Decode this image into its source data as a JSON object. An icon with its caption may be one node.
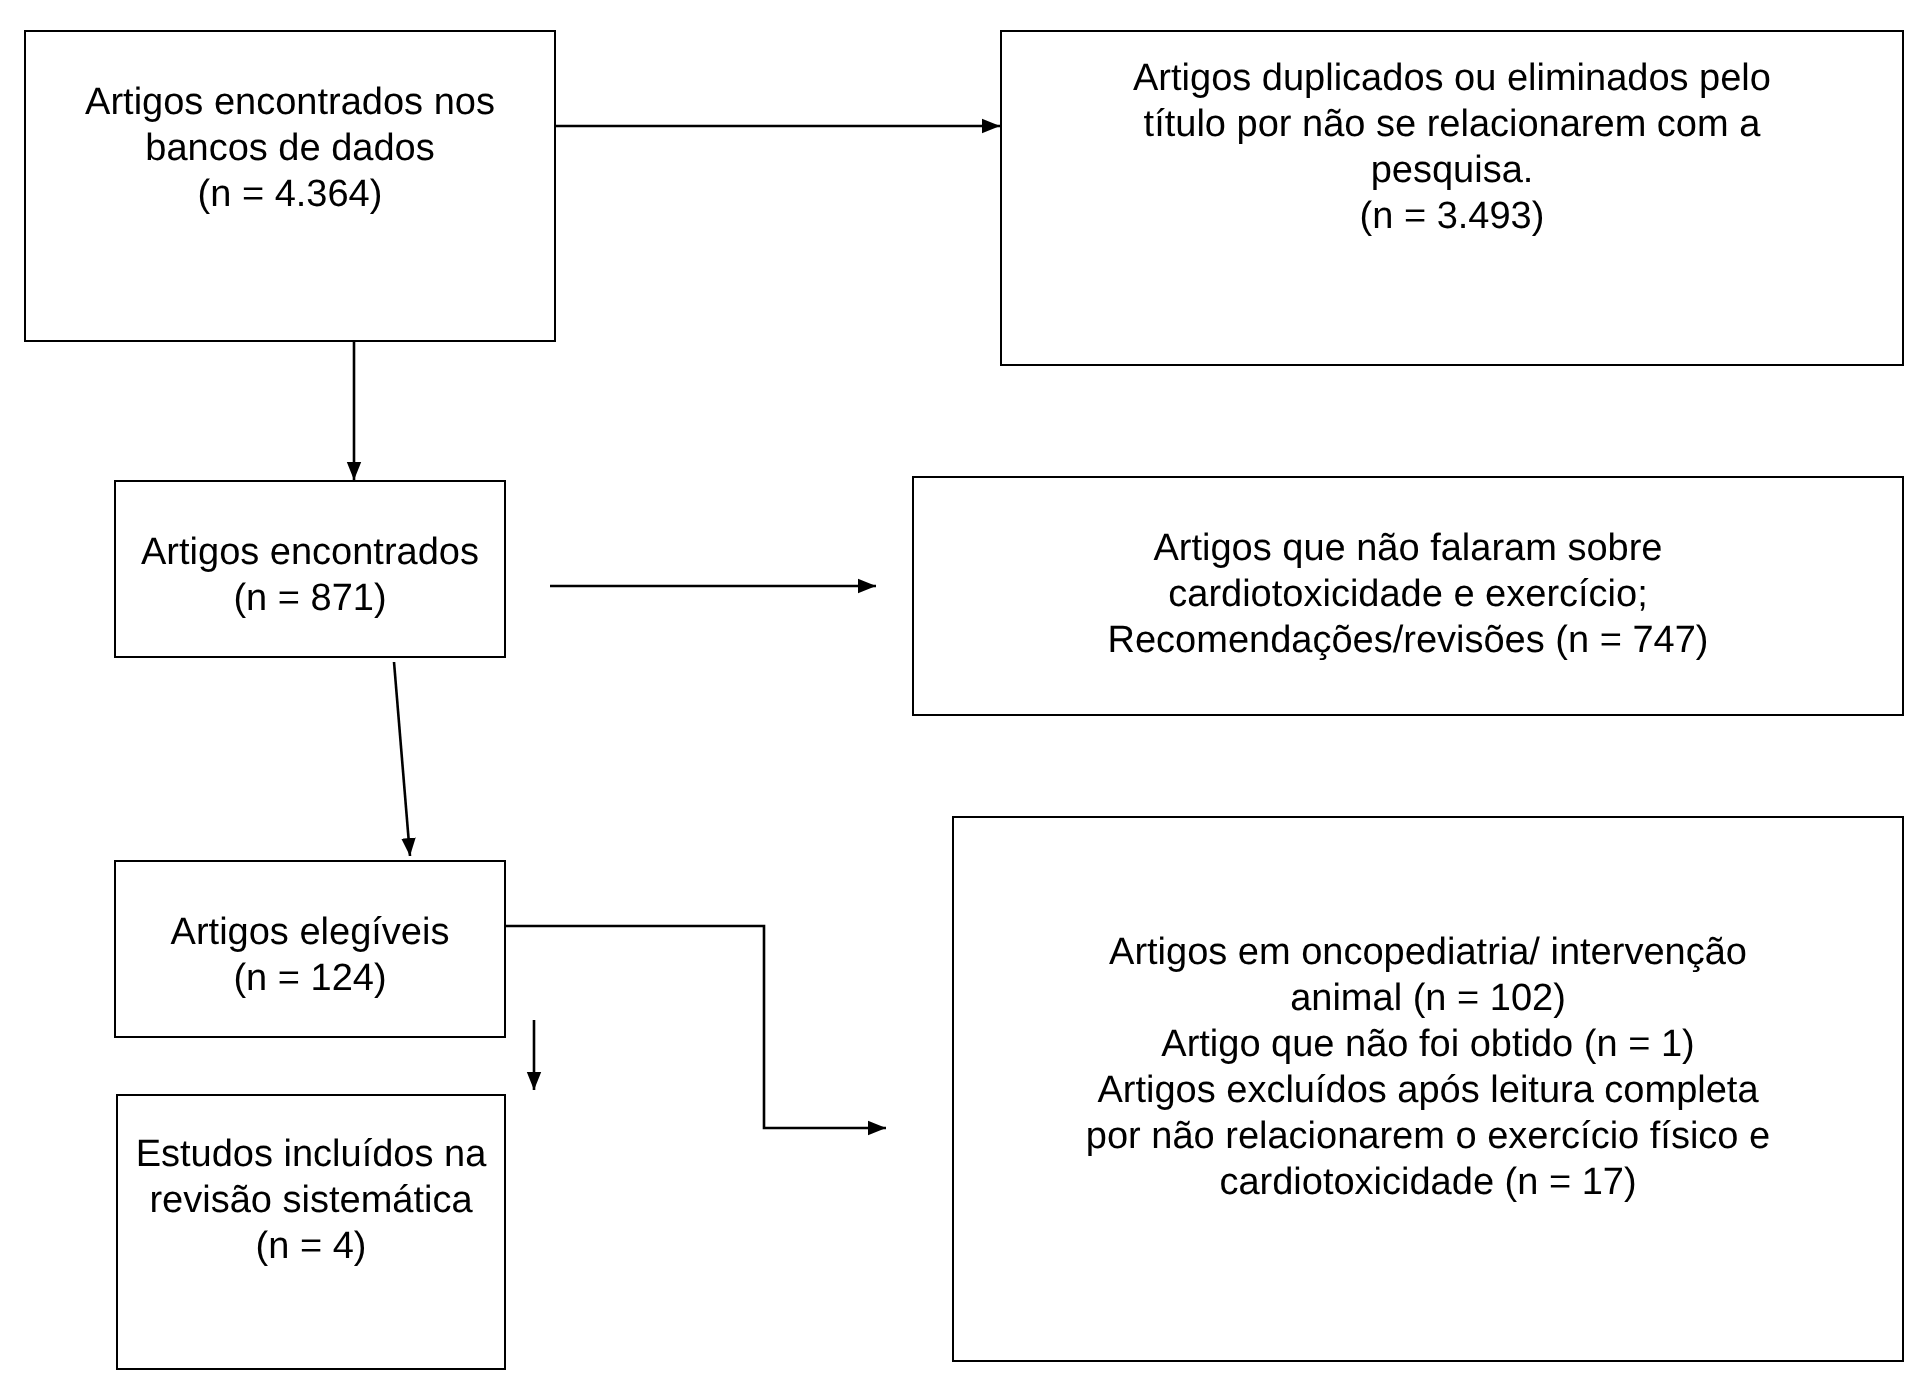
{
  "diagram": {
    "nodes": [
      {
        "text": [
          "Artigos encontrados nos bancos de dados",
          "(n = 4.364)"
        ]
      },
      {
        "text": [
          "Artigos duplicados ou eliminados pelo título por não se relacionarem com a pesquisa.",
          "(n = 3.493)"
        ]
      },
      {
        "text": [
          "Artigos encontrados",
          "(n = 871)"
        ]
      },
      {
        "text": [
          "Artigos que não falaram sobre cardiotoxicidade e exercício; Recomendações/revisões  (n = 747)"
        ]
      },
      {
        "text": [
          "Artigos elegíveis",
          "(n = 124)"
        ]
      },
      {
        "text": [
          "Estudos incluídos na revisão sistemática",
          "(n = 4)"
        ]
      },
      {
        "text": [
          "Artigos em oncopediatria/ intervenção animal (n = 102)",
          "Artigo que não foi obtido (n = 1)",
          "Artigos excluídos após leitura completa por não relacionarem o exercício físico e cardiotoxicidade (n = 17)"
        ]
      }
    ],
    "edges": [
      {
        "from": 0,
        "to": 1,
        "arrow": "to"
      },
      {
        "from": 0,
        "to": 2,
        "arrow": "to"
      },
      {
        "from": 2,
        "to": 3,
        "arrow": "to"
      },
      {
        "from": 2,
        "to": 4,
        "arrow": "to"
      },
      {
        "from": 4,
        "to": 5,
        "arrow": "to"
      },
      {
        "from": 4,
        "to": 6,
        "arrow": "to"
      }
    ]
  }
}
